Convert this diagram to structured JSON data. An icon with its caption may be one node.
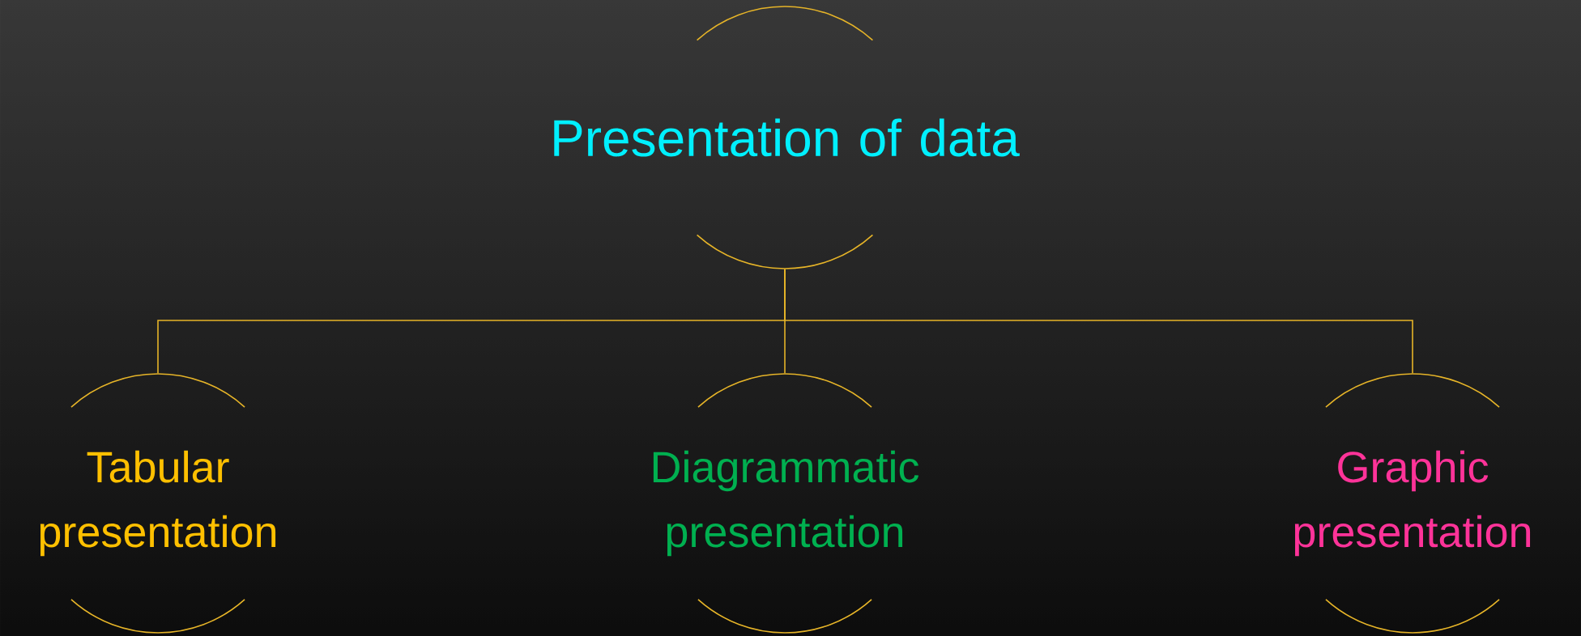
{
  "diagram": {
    "nodes": [
      {
        "text": [
          "Presentation of data"
        ]
      },
      {
        "text": [
          "Tabular presentation"
        ]
      },
      {
        "text": [
          "Diagrammatic presentation"
        ]
      },
      {
        "text": [
          "Graphic presentation"
        ]
      }
    ],
    "edges": [
      {
        "from": 0,
        "to": 1,
        "arrow": "none"
      },
      {
        "from": 0,
        "to": 2,
        "arrow": "none"
      },
      {
        "from": 0,
        "to": 3,
        "arrow": "none"
      }
    ]
  }
}
